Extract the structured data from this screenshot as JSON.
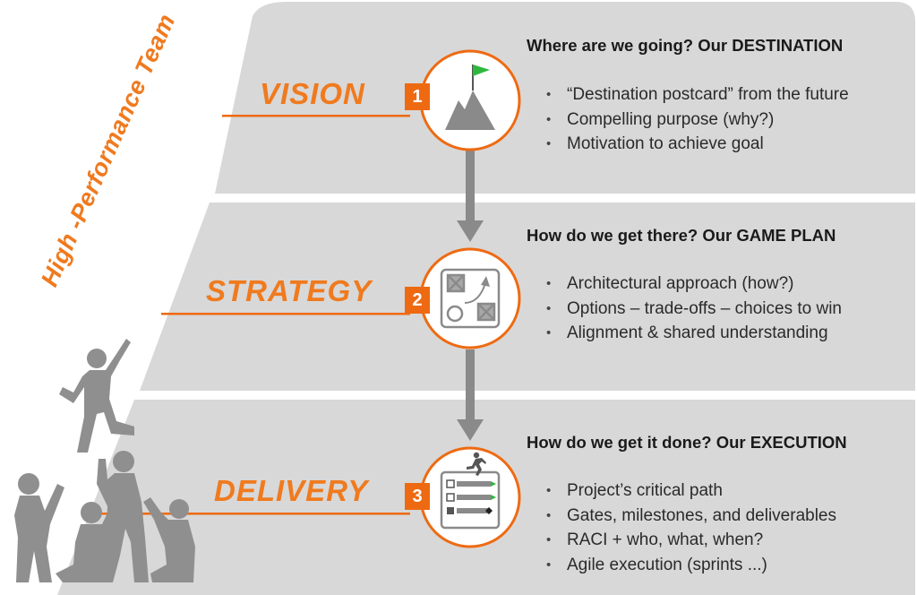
{
  "side_title": "High -Performance Team",
  "colors": {
    "accent": "#F07A1E",
    "panel": "#D8D8D8",
    "figure": "#8F8F8F"
  },
  "stages": [
    {
      "label": "VISION",
      "number": "1",
      "icon": "mountain-flag-icon",
      "heading": "Where are we going?   Our DESTINATION",
      "bullets": [
        "“Destination postcard” from the future",
        "Compelling purpose (why?)",
        "Motivation to achieve goal"
      ]
    },
    {
      "label": "STRATEGY",
      "number": "2",
      "icon": "game-plan-icon",
      "heading": "How do we get there?  Our GAME PLAN",
      "bullets": [
        "Architectural approach (how?)",
        "Options – trade-offs – choices to win",
        "Alignment & shared understanding"
      ]
    },
    {
      "label": "DELIVERY",
      "number": "3",
      "icon": "checklist-runner-icon",
      "heading": "How do we get it done?  Our EXECUTION",
      "bullets": [
        "Project’s critical path",
        "Gates, milestones, and deliverables",
        "RACI + who, what, when?",
        "Agile execution (sprints ...)"
      ]
    }
  ]
}
